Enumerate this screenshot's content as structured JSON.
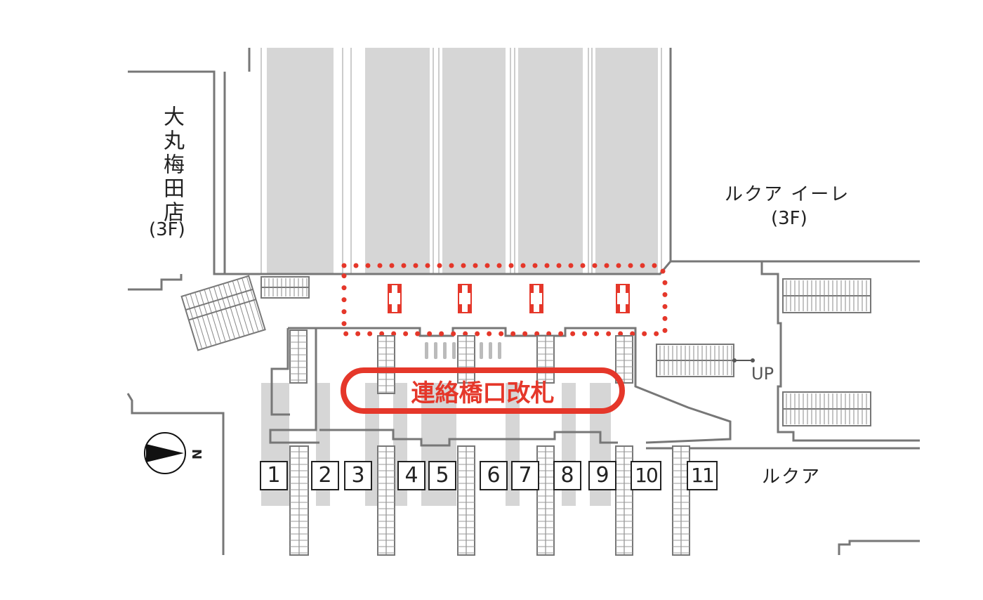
{
  "map": {
    "gate_name": "連絡橋口改札",
    "buildings": {
      "daimaru": {
        "name": "大丸梅田店",
        "floor": "(3F)"
      },
      "lucua_1100": {
        "name": "ルクア イーレ",
        "floor": "(3F)"
      },
      "lucua": {
        "name": "ルクア"
      }
    },
    "escalator_label": "UP",
    "compass_label": "N",
    "platforms": [
      "1",
      "2",
      "3",
      "4",
      "5",
      "6",
      "7",
      "8",
      "9",
      "10",
      "11"
    ],
    "colors": {
      "highlight": "#e5372a",
      "line": "#777777",
      "track": "#d6d6d6"
    }
  }
}
